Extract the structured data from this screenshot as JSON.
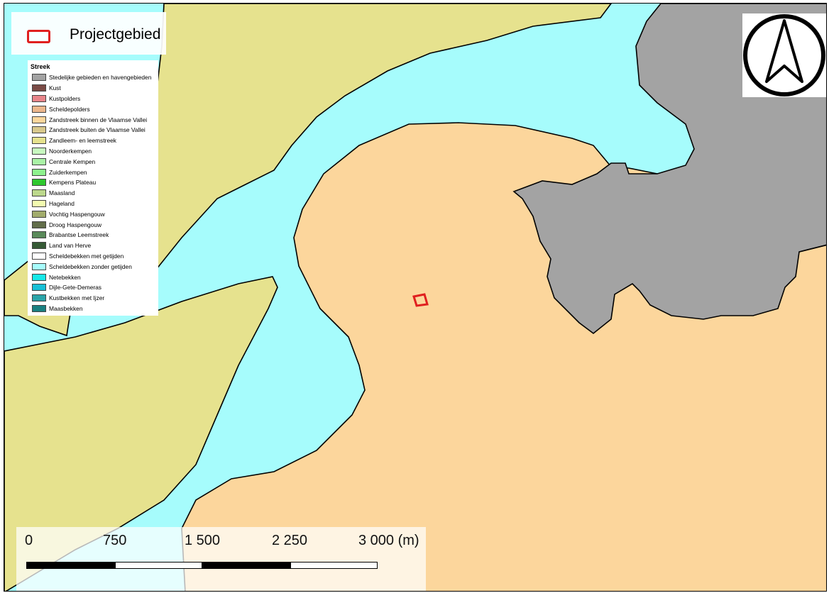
{
  "legend_top": {
    "label": "Projectgebied",
    "color": "#e0201f"
  },
  "legend": {
    "title": "Streek",
    "items": [
      {
        "label": "Stedelijke gebieden en havengebieden",
        "color": "#a3a3a3"
      },
      {
        "label": "Kust",
        "color": "#7a4a45"
      },
      {
        "label": "Kustpolders",
        "color": "#e8848a"
      },
      {
        "label": "Scheldepolders",
        "color": "#ecb68c"
      },
      {
        "label": "Zandstreek binnen de Vlaamse Vallei",
        "color": "#fcd69c"
      },
      {
        "label": "Zandstreek buiten de Vlaamse Vallei",
        "color": "#d8c88c"
      },
      {
        "label": "Zandleem- en leemstreek",
        "color": "#e6e28e"
      },
      {
        "label": "Noorderkempen",
        "color": "#c8f8c0"
      },
      {
        "label": "Centrale Kempen",
        "color": "#aaf2a6"
      },
      {
        "label": "Zuiderkempen",
        "color": "#8ef28e"
      },
      {
        "label": "Kempens Plateau",
        "color": "#2ec82e"
      },
      {
        "label": "Maasland",
        "color": "#bcd88c"
      },
      {
        "label": "Hageland",
        "color": "#f2fcb0"
      },
      {
        "label": "Vochtig Haspengouw",
        "color": "#a2ac6c"
      },
      {
        "label": "Droog Haspengouw",
        "color": "#626e4a"
      },
      {
        "label": "Brabantse Leemstreek",
        "color": "#5a8a5a"
      },
      {
        "label": "Land van Herve",
        "color": "#365a36"
      },
      {
        "label": "Scheldebekken met getijden",
        "color": "#ffffff"
      },
      {
        "label": "Scheldebekken zonder getijden",
        "color": "#a6fcfc"
      },
      {
        "label": "Netebekken",
        "color": "#18e8e8"
      },
      {
        "label": "Dijle-Gete-Demeras",
        "color": "#18c0d6"
      },
      {
        "label": "Kustbekken met Ijzer",
        "color": "#2aa4a8"
      },
      {
        "label": "Maasbekken",
        "color": "#1a8080"
      }
    ]
  },
  "scale_bar": {
    "ticks": [
      "0",
      "750",
      "1 500",
      "2 250",
      "3 000 (m)"
    ]
  },
  "map_colors": {
    "river": "#a6fcfc",
    "sand": "#fcd69c",
    "loam": "#e6e28e",
    "urban": "#a3a3a3",
    "border": "#000000"
  },
  "icons": {
    "north": "north-arrow-icon"
  }
}
